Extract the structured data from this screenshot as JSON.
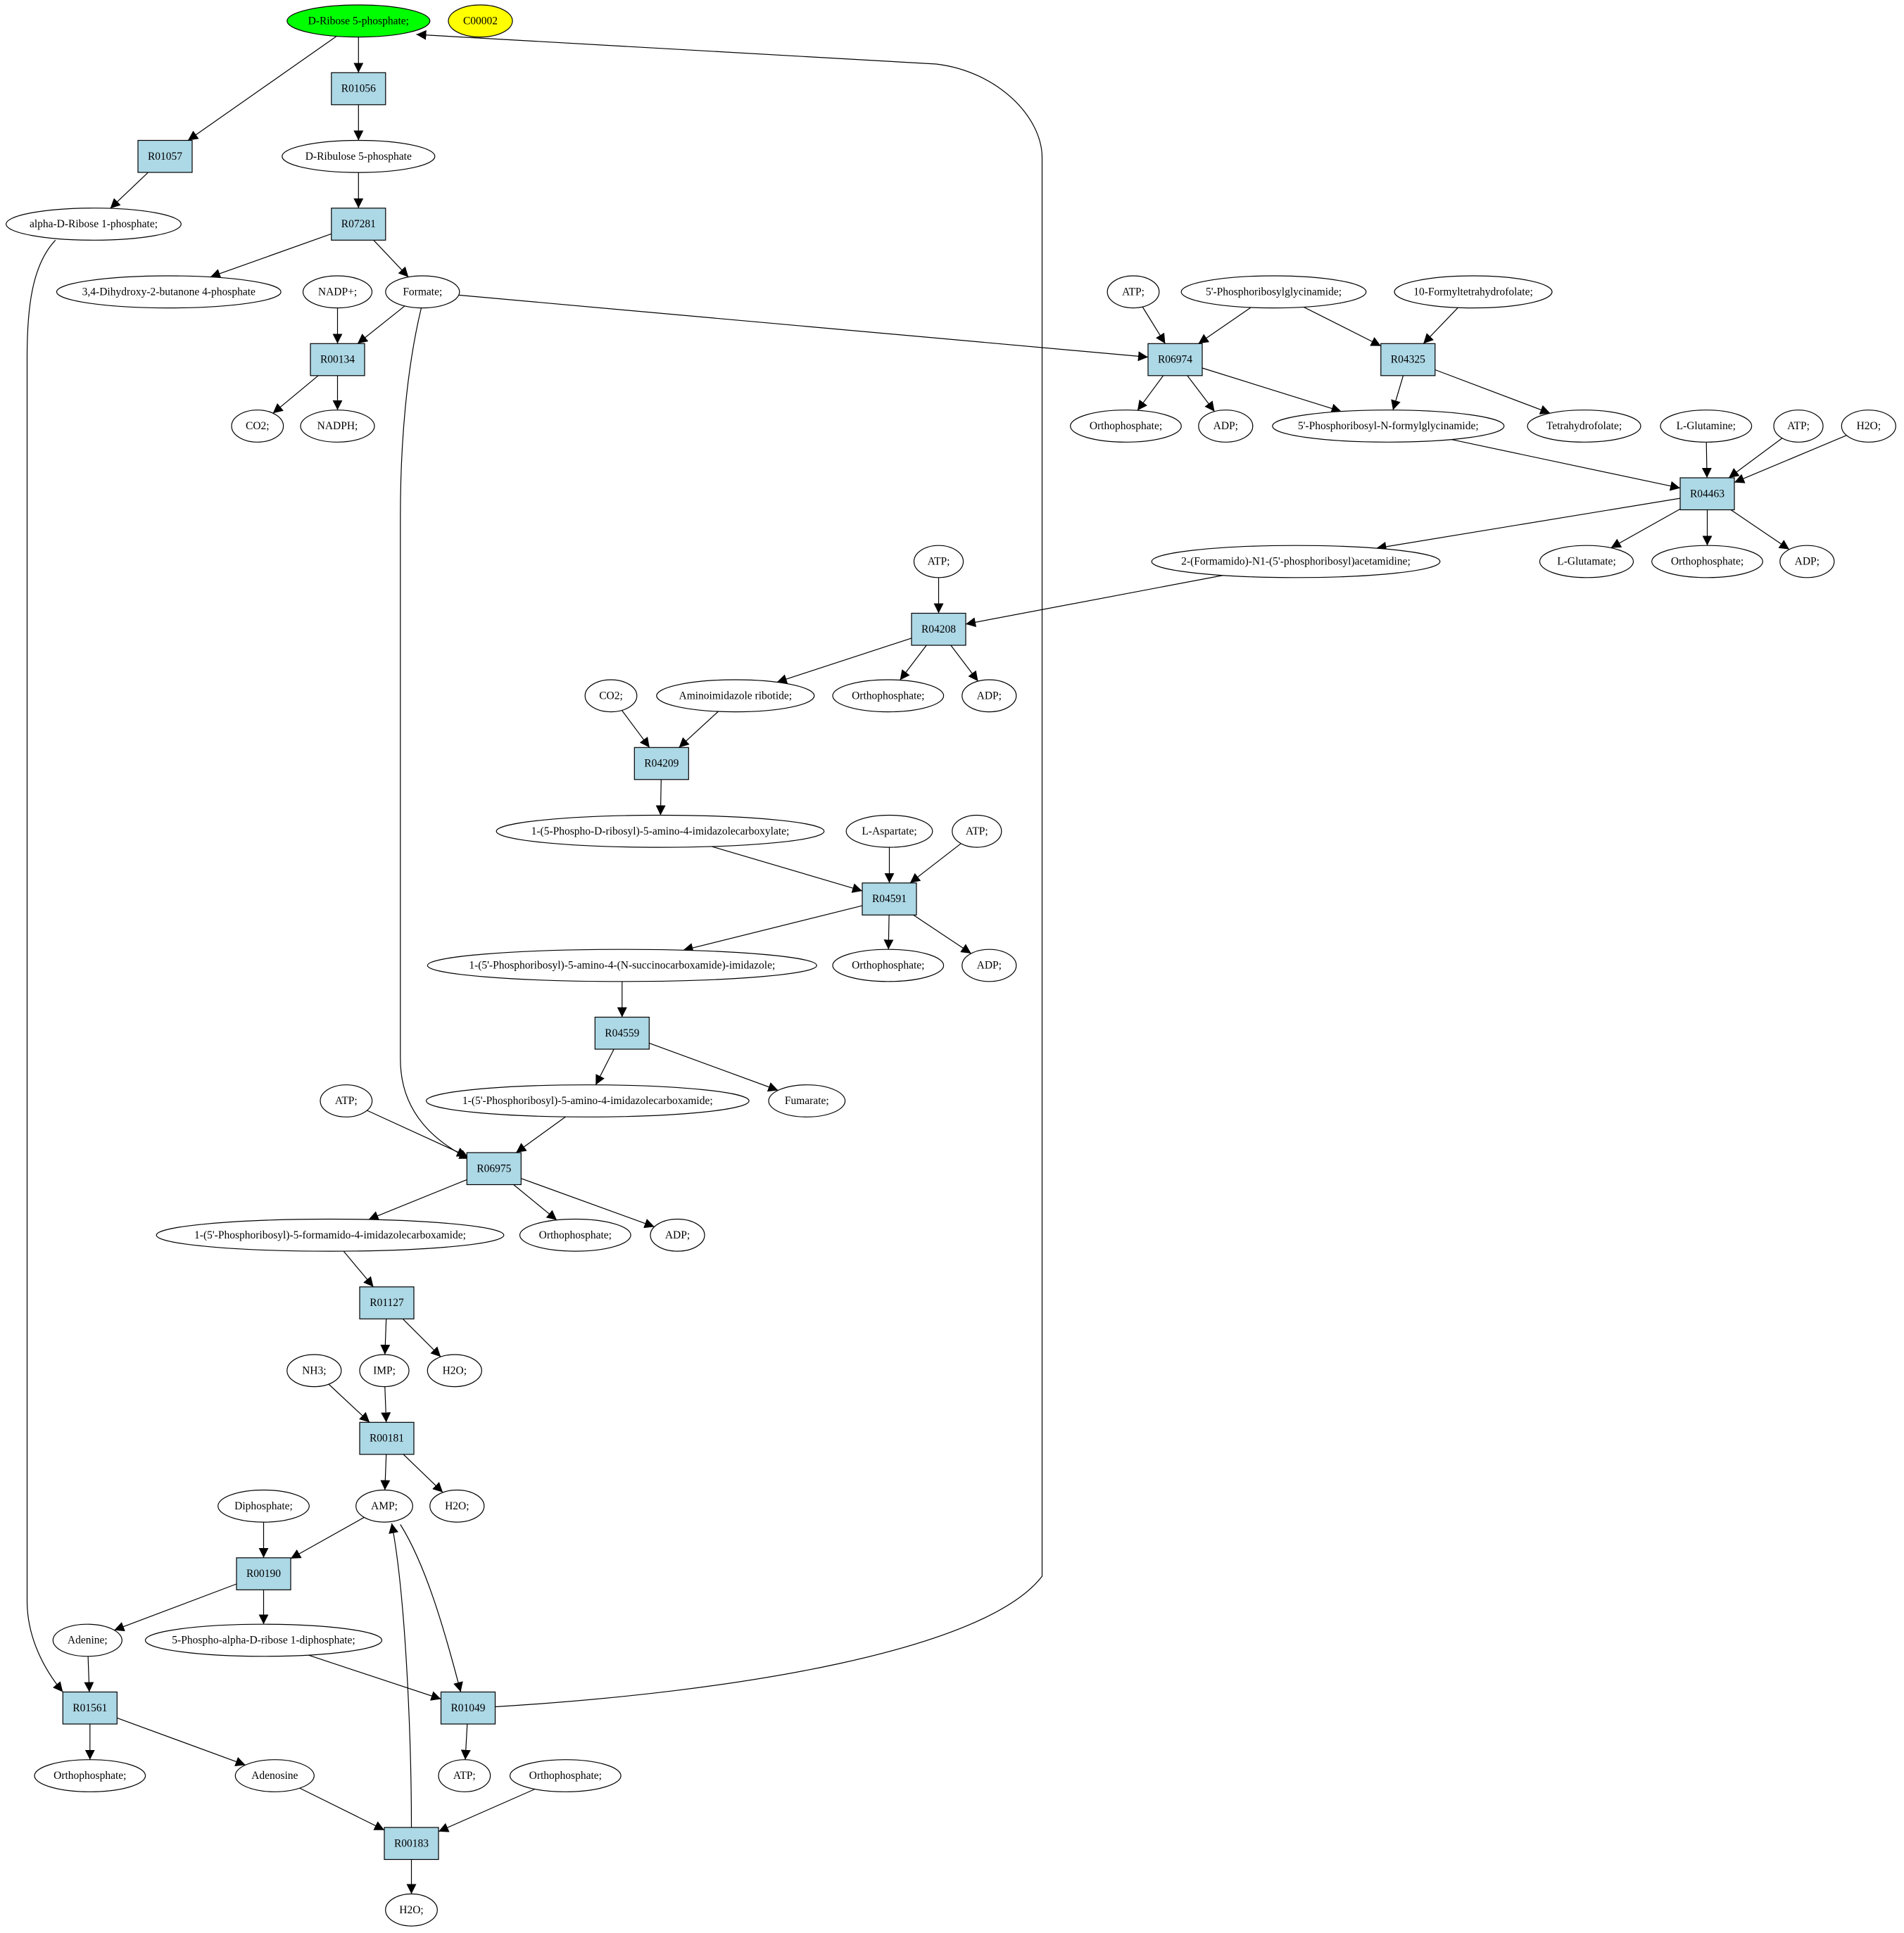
{
  "diagram": {
    "colors": {
      "start_compound": "#00ff00",
      "highlight_compound": "#ffff00",
      "compound": "#ffffff",
      "reaction": "#add8e6",
      "stroke": "#000000"
    },
    "nodes": [
      {
        "id": "c_ribose5p",
        "label": "D-Ribose 5-phosphate;",
        "kind": "compound",
        "fill": "start_compound"
      },
      {
        "id": "c_c00002",
        "label": "C00002",
        "kind": "compound",
        "fill": "highlight_compound"
      },
      {
        "id": "r_r01056",
        "label": "R01056",
        "kind": "reaction"
      },
      {
        "id": "r_r01057",
        "label": "R01057",
        "kind": "reaction"
      },
      {
        "id": "c_ribulose5p",
        "label": "D-Ribulose 5-phosphate",
        "kind": "compound"
      },
      {
        "id": "c_aribose1p",
        "label": "alpha-D-Ribose 1-phosphate;",
        "kind": "compound"
      },
      {
        "id": "r_r07281",
        "label": "R07281",
        "kind": "reaction"
      },
      {
        "id": "c_dhbp",
        "label": "3,4-Dihydroxy-2-butanone 4-phosphate",
        "kind": "compound"
      },
      {
        "id": "c_nadp",
        "label": "NADP+;",
        "kind": "compound"
      },
      {
        "id": "c_formate",
        "label": "Formate;",
        "kind": "compound"
      },
      {
        "id": "r_r00134",
        "label": "R00134",
        "kind": "reaction"
      },
      {
        "id": "c_co2_a",
        "label": "CO2;",
        "kind": "compound"
      },
      {
        "id": "c_nadph",
        "label": "NADPH;",
        "kind": "compound"
      },
      {
        "id": "c_atp_a",
        "label": "ATP;",
        "kind": "compound"
      },
      {
        "id": "c_gar",
        "label": "5'-Phosphoribosylglycinamide;",
        "kind": "compound"
      },
      {
        "id": "c_10fthf",
        "label": "10-Formyltetrahydrofolate;",
        "kind": "compound"
      },
      {
        "id": "r_r06974",
        "label": "R06974",
        "kind": "reaction"
      },
      {
        "id": "r_r04325",
        "label": "R04325",
        "kind": "reaction"
      },
      {
        "id": "c_pi_a",
        "label": "Orthophosphate;",
        "kind": "compound"
      },
      {
        "id": "c_adp_a",
        "label": "ADP;",
        "kind": "compound"
      },
      {
        "id": "c_fgar",
        "label": "5'-Phosphoribosyl-N-formylglycinamide;",
        "kind": "compound"
      },
      {
        "id": "c_thf",
        "label": "Tetrahydrofolate;",
        "kind": "compound"
      },
      {
        "id": "c_gln",
        "label": "L-Glutamine;",
        "kind": "compound"
      },
      {
        "id": "c_atp_b",
        "label": "ATP;",
        "kind": "compound"
      },
      {
        "id": "c_h2o_a",
        "label": "H2O;",
        "kind": "compound"
      },
      {
        "id": "r_r04463",
        "label": "R04463",
        "kind": "reaction"
      },
      {
        "id": "c_fgam",
        "label": "2-(Formamido)-N1-(5'-phosphoribosyl)acetamidine;",
        "kind": "compound"
      },
      {
        "id": "c_glu",
        "label": "L-Glutamate;",
        "kind": "compound"
      },
      {
        "id": "c_pi_b",
        "label": "Orthophosphate;",
        "kind": "compound"
      },
      {
        "id": "c_adp_b",
        "label": "ADP;",
        "kind": "compound"
      },
      {
        "id": "c_atp_c",
        "label": "ATP;",
        "kind": "compound"
      },
      {
        "id": "r_r04208",
        "label": "R04208",
        "kind": "reaction"
      },
      {
        "id": "c_co2_b",
        "label": "CO2;",
        "kind": "compound"
      },
      {
        "id": "c_air",
        "label": "Aminoimidazole ribotide;",
        "kind": "compound"
      },
      {
        "id": "c_pi_c",
        "label": "Orthophosphate;",
        "kind": "compound"
      },
      {
        "id": "c_adp_c",
        "label": "ADP;",
        "kind": "compound"
      },
      {
        "id": "r_r04209",
        "label": "R04209",
        "kind": "reaction"
      },
      {
        "id": "c_cair",
        "label": "1-(5-Phospho-D-ribosyl)-5-amino-4-imidazolecarboxylate;",
        "kind": "compound"
      },
      {
        "id": "c_asp",
        "label": "L-Aspartate;",
        "kind": "compound"
      },
      {
        "id": "c_atp_d",
        "label": "ATP;",
        "kind": "compound"
      },
      {
        "id": "r_r04591",
        "label": "R04591",
        "kind": "reaction"
      },
      {
        "id": "c_saicar",
        "label": "1-(5'-Phosphoribosyl)-5-amino-4-(N-succinocarboxamide)-imidazole;",
        "kind": "compound"
      },
      {
        "id": "c_pi_d",
        "label": "Orthophosphate;",
        "kind": "compound"
      },
      {
        "id": "c_adp_d",
        "label": "ADP;",
        "kind": "compound"
      },
      {
        "id": "r_r04559",
        "label": "R04559",
        "kind": "reaction"
      },
      {
        "id": "c_aicar",
        "label": "1-(5'-Phosphoribosyl)-5-amino-4-imidazolecarboxamide;",
        "kind": "compound"
      },
      {
        "id": "c_fumarate",
        "label": "Fumarate;",
        "kind": "compound"
      },
      {
        "id": "c_atp_e",
        "label": "ATP;",
        "kind": "compound"
      },
      {
        "id": "r_r06975",
        "label": "R06975",
        "kind": "reaction"
      },
      {
        "id": "c_faicar",
        "label": "1-(5'-Phosphoribosyl)-5-formamido-4-imidazolecarboxamide;",
        "kind": "compound"
      },
      {
        "id": "c_pi_e",
        "label": "Orthophosphate;",
        "kind": "compound"
      },
      {
        "id": "c_adp_e",
        "label": "ADP;",
        "kind": "compound"
      },
      {
        "id": "r_r01127",
        "label": "R01127",
        "kind": "reaction"
      },
      {
        "id": "c_nh3",
        "label": "NH3;",
        "kind": "compound"
      },
      {
        "id": "c_imp",
        "label": "IMP;",
        "kind": "compound"
      },
      {
        "id": "c_h2o_b",
        "label": "H2O;",
        "kind": "compound"
      },
      {
        "id": "r_r00181",
        "label": "R00181",
        "kind": "reaction"
      },
      {
        "id": "c_diphosphate",
        "label": "Diphosphate;",
        "kind": "compound"
      },
      {
        "id": "c_amp",
        "label": "AMP;",
        "kind": "compound"
      },
      {
        "id": "c_h2o_c",
        "label": "H2O;",
        "kind": "compound"
      },
      {
        "id": "r_r00190",
        "label": "R00190",
        "kind": "reaction"
      },
      {
        "id": "c_adenine",
        "label": "Adenine;",
        "kind": "compound"
      },
      {
        "id": "c_prpp",
        "label": "5-Phospho-alpha-D-ribose 1-diphosphate;",
        "kind": "compound"
      },
      {
        "id": "r_r01561",
        "label": "R01561",
        "kind": "reaction"
      },
      {
        "id": "r_r01049",
        "label": "R01049",
        "kind": "reaction"
      },
      {
        "id": "c_pi_f",
        "label": "Orthophosphate;",
        "kind": "compound"
      },
      {
        "id": "c_adenosine",
        "label": "Adenosine",
        "kind": "compound"
      },
      {
        "id": "c_atp_f",
        "label": "ATP;",
        "kind": "compound"
      },
      {
        "id": "c_pi_g",
        "label": "Orthophosphate;",
        "kind": "compound"
      },
      {
        "id": "r_r00183",
        "label": "R00183",
        "kind": "reaction"
      },
      {
        "id": "c_h2o_d",
        "label": "H2O;",
        "kind": "compound"
      }
    ],
    "edges": [
      {
        "from": "c_ribose5p",
        "to": "r_r01056"
      },
      {
        "from": "c_ribose5p",
        "to": "r_r01057"
      },
      {
        "from": "r_r01056",
        "to": "c_ribulose5p"
      },
      {
        "from": "r_r01057",
        "to": "c_aribose1p"
      },
      {
        "from": "c_ribulose5p",
        "to": "r_r07281"
      },
      {
        "from": "r_r07281",
        "to": "c_dhbp"
      },
      {
        "from": "r_r07281",
        "to": "c_formate"
      },
      {
        "from": "c_aribose1p",
        "to": "r_r01561"
      },
      {
        "from": "c_nadp",
        "to": "r_r00134"
      },
      {
        "from": "c_formate",
        "to": "r_r00134"
      },
      {
        "from": "c_formate",
        "to": "r_r06974"
      },
      {
        "from": "c_formate",
        "to": "r_r06975"
      },
      {
        "from": "r_r00134",
        "to": "c_co2_a"
      },
      {
        "from": "r_r00134",
        "to": "c_nadph"
      },
      {
        "from": "c_atp_a",
        "to": "r_r06974"
      },
      {
        "from": "c_gar",
        "to": "r_r06974"
      },
      {
        "from": "c_gar",
        "to": "r_r04325"
      },
      {
        "from": "c_10fthf",
        "to": "r_r04325"
      },
      {
        "from": "r_r06974",
        "to": "c_pi_a"
      },
      {
        "from": "r_r06974",
        "to": "c_adp_a"
      },
      {
        "from": "r_r06974",
        "to": "c_fgar"
      },
      {
        "from": "r_r04325",
        "to": "c_fgar"
      },
      {
        "from": "r_r04325",
        "to": "c_thf"
      },
      {
        "from": "c_fgar",
        "to": "r_r04463"
      },
      {
        "from": "c_gln",
        "to": "r_r04463"
      },
      {
        "from": "c_atp_b",
        "to": "r_r04463"
      },
      {
        "from": "c_h2o_a",
        "to": "r_r04463"
      },
      {
        "from": "r_r04463",
        "to": "c_fgam"
      },
      {
        "from": "r_r04463",
        "to": "c_glu"
      },
      {
        "from": "r_r04463",
        "to": "c_pi_b"
      },
      {
        "from": "r_r04463",
        "to": "c_adp_b"
      },
      {
        "from": "c_atp_c",
        "to": "r_r04208"
      },
      {
        "from": "c_fgam",
        "to": "r_r04208"
      },
      {
        "from": "r_r04208",
        "to": "c_air"
      },
      {
        "from": "r_r04208",
        "to": "c_pi_c"
      },
      {
        "from": "r_r04208",
        "to": "c_adp_c"
      },
      {
        "from": "c_co2_b",
        "to": "r_r04209"
      },
      {
        "from": "c_air",
        "to": "r_r04209"
      },
      {
        "from": "r_r04209",
        "to": "c_cair"
      },
      {
        "from": "c_cair",
        "to": "r_r04591"
      },
      {
        "from": "c_asp",
        "to": "r_r04591"
      },
      {
        "from": "c_atp_d",
        "to": "r_r04591"
      },
      {
        "from": "r_r04591",
        "to": "c_saicar"
      },
      {
        "from": "r_r04591",
        "to": "c_pi_d"
      },
      {
        "from": "r_r04591",
        "to": "c_adp_d"
      },
      {
        "from": "c_saicar",
        "to": "r_r04559"
      },
      {
        "from": "r_r04559",
        "to": "c_aicar"
      },
      {
        "from": "r_r04559",
        "to": "c_fumarate"
      },
      {
        "from": "c_atp_e",
        "to": "r_r06975"
      },
      {
        "from": "c_aicar",
        "to": "r_r06975"
      },
      {
        "from": "r_r06975",
        "to": "c_faicar"
      },
      {
        "from": "r_r06975",
        "to": "c_pi_e"
      },
      {
        "from": "r_r06975",
        "to": "c_adp_e"
      },
      {
        "from": "c_faicar",
        "to": "r_r01127"
      },
      {
        "from": "r_r01127",
        "to": "c_imp"
      },
      {
        "from": "r_r01127",
        "to": "c_h2o_b"
      },
      {
        "from": "c_nh3",
        "to": "r_r00181"
      },
      {
        "from": "c_imp",
        "to": "r_r00181"
      },
      {
        "from": "r_r00181",
        "to": "c_amp"
      },
      {
        "from": "r_r00181",
        "to": "c_h2o_c"
      },
      {
        "from": "c_diphosphate",
        "to": "r_r00190"
      },
      {
        "from": "c_amp",
        "to": "r_r00190"
      },
      {
        "from": "c_amp",
        "to": "r_r01049"
      },
      {
        "from": "r_r00190",
        "to": "c_adenine"
      },
      {
        "from": "r_r00190",
        "to": "c_prpp"
      },
      {
        "from": "c_adenine",
        "to": "r_r01561"
      },
      {
        "from": "c_prpp",
        "to": "r_r01049"
      },
      {
        "from": "r_r01561",
        "to": "c_pi_f"
      },
      {
        "from": "r_r01561",
        "to": "c_adenosine"
      },
      {
        "from": "r_r01049",
        "to": "c_atp_f"
      },
      {
        "from": "r_r01049",
        "to": "c_ribose5p"
      },
      {
        "from": "c_adenosine",
        "to": "r_r00183"
      },
      {
        "from": "c_pi_g",
        "to": "r_r00183"
      },
      {
        "from": "r_r00183",
        "to": "c_amp"
      },
      {
        "from": "r_r00183",
        "to": "c_h2o_d"
      }
    ]
  }
}
